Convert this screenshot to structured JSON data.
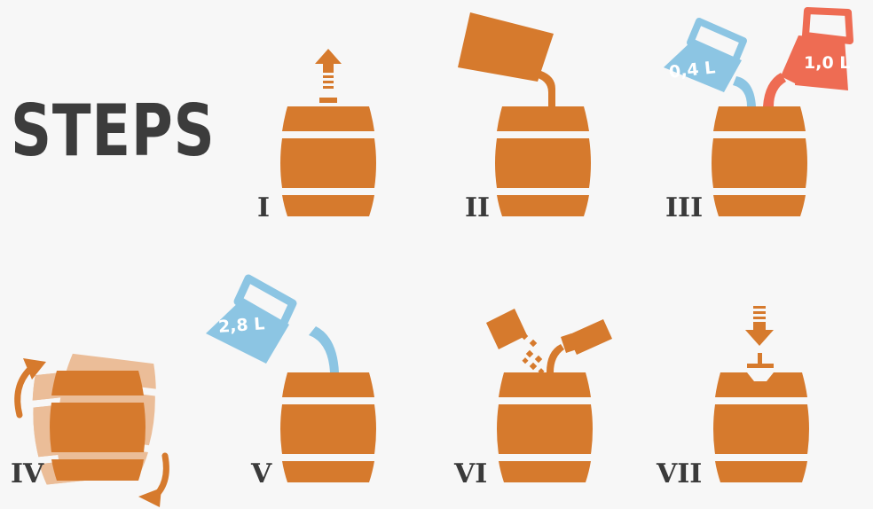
{
  "title": "STEPS",
  "steps": [
    {
      "numeral": "I",
      "action": "remove-lid"
    },
    {
      "numeral": "II",
      "action": "pour-contents"
    },
    {
      "numeral": "III",
      "action": "add-two-liquids"
    },
    {
      "numeral": "IV",
      "action": "shake-barrel"
    },
    {
      "numeral": "V",
      "action": "add-water"
    },
    {
      "numeral": "VI",
      "action": "add-powder-and-bottle"
    },
    {
      "numeral": "VII",
      "action": "close-lid"
    }
  ],
  "jugs": {
    "blue_small": "0,4 L",
    "red": "1,0 L",
    "blue_large": "2,8 L"
  },
  "colors": {
    "barrel": "#d67a2d",
    "barrel_light": "#ebbd98",
    "water": "#8cc5e3",
    "red": "#ee6c53",
    "text": "#3a3a3a",
    "background": "#f7f7f7"
  },
  "icons": [
    "barrel-icon",
    "arrow-up-icon",
    "box-icon",
    "jug-icon",
    "rotate-arrow-icon",
    "bottle-icon",
    "packet-icon",
    "arrow-down-icon",
    "lid-icon"
  ]
}
